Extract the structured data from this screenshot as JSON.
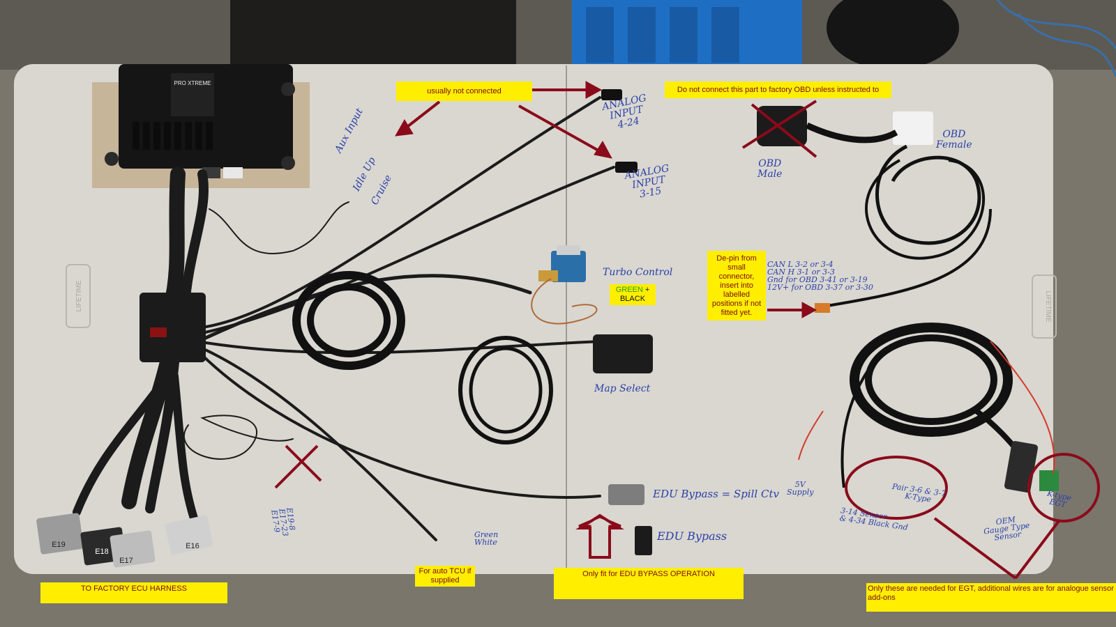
{
  "annotations": {
    "usually_not_connected": "usually not connected",
    "do_not_connect_obd": "Do not connect this part to factory OBD unless instructed to",
    "depin": [
      "De-pin from",
      "small connector,",
      "insert into",
      "labelled",
      "positions if not",
      "fitted yet."
    ],
    "turbo_green": "GREEN",
    "turbo_plus": " +",
    "turbo_black": "BLACK",
    "factory_ecu": "TO FACTORY ECU HARNESS",
    "auto_tcu": [
      "For auto TCU if",
      "supplied"
    ],
    "edu_bypass_only": "Only fit for EDU BYPASS OPERATION",
    "egt_only": [
      "Only these are needed for EGT, additional wires are for analogue sensor",
      "add-ons"
    ]
  },
  "handwriting": {
    "aux_input": "Aux Input",
    "idle_up": "Idle Up",
    "cruise": "Cruise",
    "analog_input_424": [
      "ANALOG",
      "INPUT",
      "4-24"
    ],
    "analog_input_315": [
      "ANALOG",
      "INPUT",
      "3-15"
    ],
    "obd_male": [
      "OBD",
      "Male"
    ],
    "obd_female": [
      "OBD",
      "Female"
    ],
    "turbo_control": "Turbo Control",
    "can_lines": [
      "CAN L 3-2 or 3-4",
      "CAN H 3-1 or 3-3",
      "Gnd for OBD 3-41 or 3-19",
      "12V+ for OBD 3-37 or 3-30"
    ],
    "map_select": "Map Select",
    "edu_bypass_spill": "EDU Bypass = Spill Ctv",
    "edu_bypass": "EDU Bypass",
    "green_white": [
      "Green",
      "White"
    ],
    "e19_pins": [
      "E19-8",
      "E17-23",
      "E17-9"
    ],
    "five_v_supply": [
      "5V",
      "Supply"
    ],
    "pair_ktype": [
      "Pair 3-6 & 3-7",
      "K-Type"
    ],
    "sensor_gnd": [
      "3-14 Sensor",
      "& 4-34 Black Gnd"
    ],
    "oem_sensor": [
      "OEM",
      "Gauge Type",
      "Sensor"
    ],
    "ktype_egt": [
      "K-type",
      "EGT"
    ],
    "connector_e19": "E19",
    "connector_e18": "E18",
    "connector_e17": "E17",
    "connector_e16": "E16",
    "ecu_brand": "PRO XTREME",
    "table_brand_left": "LIFETIME",
    "table_brand_right": "LIFETIME"
  },
  "colors": {
    "highlight": "#ffee00",
    "annotation_text": "#7a0a10",
    "arrow": "#8b0a1a",
    "marker_ink": "#2a3fa8",
    "table_top": "#d9d7d0",
    "harness": "#1b1b1b"
  }
}
